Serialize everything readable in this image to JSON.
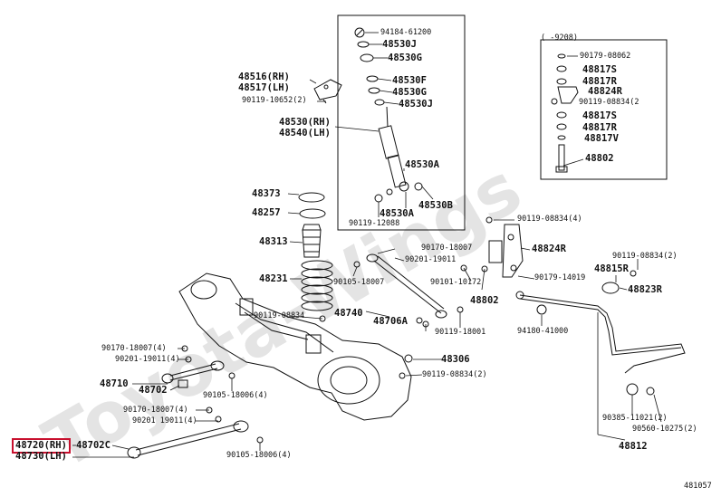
{
  "watermark": "Toyota-Wings",
  "figure_code": "481057",
  "labels": {
    "l94184": "94184-61200",
    "l48530J_a": "48530J",
    "l48530G_a": "48530G",
    "l48530F": "48530F",
    "l48530G_b": "48530G",
    "l48530J_b": "48530J",
    "l48516": "48516(RH)",
    "l48517": "48517(LH)",
    "l90119_10652": "90119-10652(2)",
    "l48530": "48530(RH)",
    "l48540": "48540(LH)",
    "l48530A_a": "48530A",
    "l48373": "48373",
    "l48530B": "48530B",
    "l48257": "48257",
    "l48530A_b": "48530A",
    "l90119_12088": "90119-12088",
    "l92081": "(  -9208)",
    "l90179_08062": "90179-08062",
    "l48817S_a": "48817S",
    "l48817R_a": "48817R",
    "l48824R_b": "48824R",
    "l90119_08834_2a": "90119-08834(2",
    "l48817S_b": "48817S",
    "l48817R_b": "48817R",
    "l48817V": "48817V",
    "l48802_a": "48802",
    "l90119_08834_4a": "90119-08834(4)",
    "l48824R": "48824R",
    "l48313": "48313",
    "l90170_18007_a": "90170-18007",
    "l90201_19011_a": "90201-19011",
    "l90119_08834_2b": "90119-08834(2)",
    "l48815R": "48815R",
    "l48231": "48231",
    "l90101_10172": "90101-10172",
    "l90179_14019": "90179-14019",
    "l48823R": "48823R",
    "l90105_18007": "90105-18007",
    "l48802_b": "48802",
    "l90119_08834_c": "90119-08834",
    "l48740": "48740",
    "l48706A": "48706A",
    "l90119_18001": "90119-18001",
    "l94180_41000": "94180-41000",
    "l90170_18007_4": "90170-18007(4)",
    "l90201_19011_4": "90201-19011(4)",
    "l48306": "48306",
    "l48710": "48710",
    "l48702": "48702",
    "l90119_08834_2c": "90119-08834(2)",
    "l90105_18006_4a": "90105-18006(4)",
    "l90170_18007_b": "90170-18007(4)",
    "l90201_19011_b": "90201 19011(4)",
    "l90385_11021": "90385-11021(2)",
    "l90560_10275": "90560-10275(2)",
    "l48720": "48720(RH)",
    "l48702C": "48702C",
    "l48730": "48730(LH)",
    "l90105_18006_4b": "90105-18006(4)",
    "l48812": "48812"
  }
}
